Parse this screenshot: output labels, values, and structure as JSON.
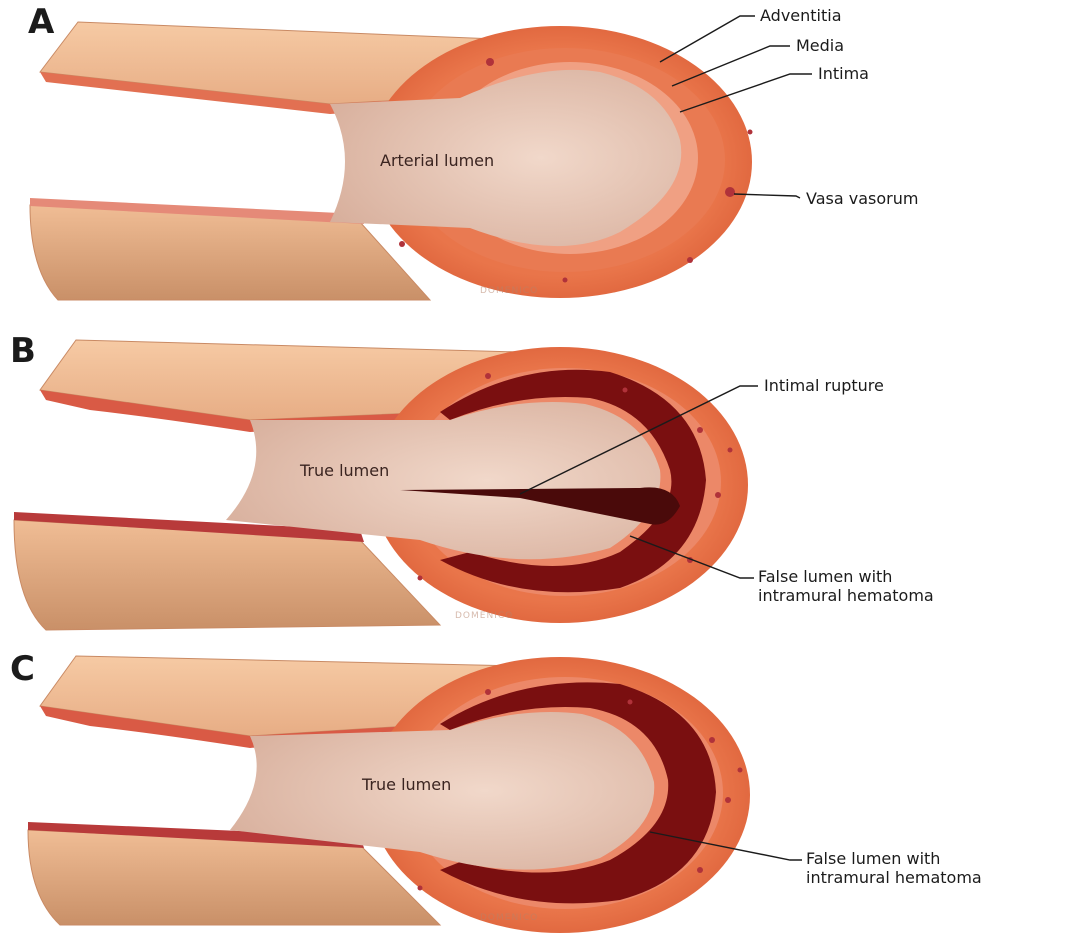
{
  "panels": [
    {
      "letter": "A",
      "callouts": [
        "Adventitia",
        "Media",
        "Intima",
        "Vasa vasorum"
      ],
      "lumen_label": "Arterial lumen"
    },
    {
      "letter": "B",
      "callouts": [
        "Intimal rupture",
        "False lumen with",
        "intramural hematoma"
      ],
      "lumen_label": "True lumen"
    },
    {
      "letter": "C",
      "callouts": [
        "False lumen with",
        "intramural hematoma"
      ],
      "lumen_label": "True lumen"
    }
  ],
  "watermark": "DOMENICO",
  "colors": {
    "adventitia": "#eeb88f",
    "adventitia_shadow": "#c98f66",
    "media": "#e56f45",
    "intima": "#f08865",
    "lumen": "#e8c9b8",
    "lumen_shadow": "#cfa592",
    "hematoma": "#7a0f10",
    "vessel_dot": "#b0323a"
  }
}
